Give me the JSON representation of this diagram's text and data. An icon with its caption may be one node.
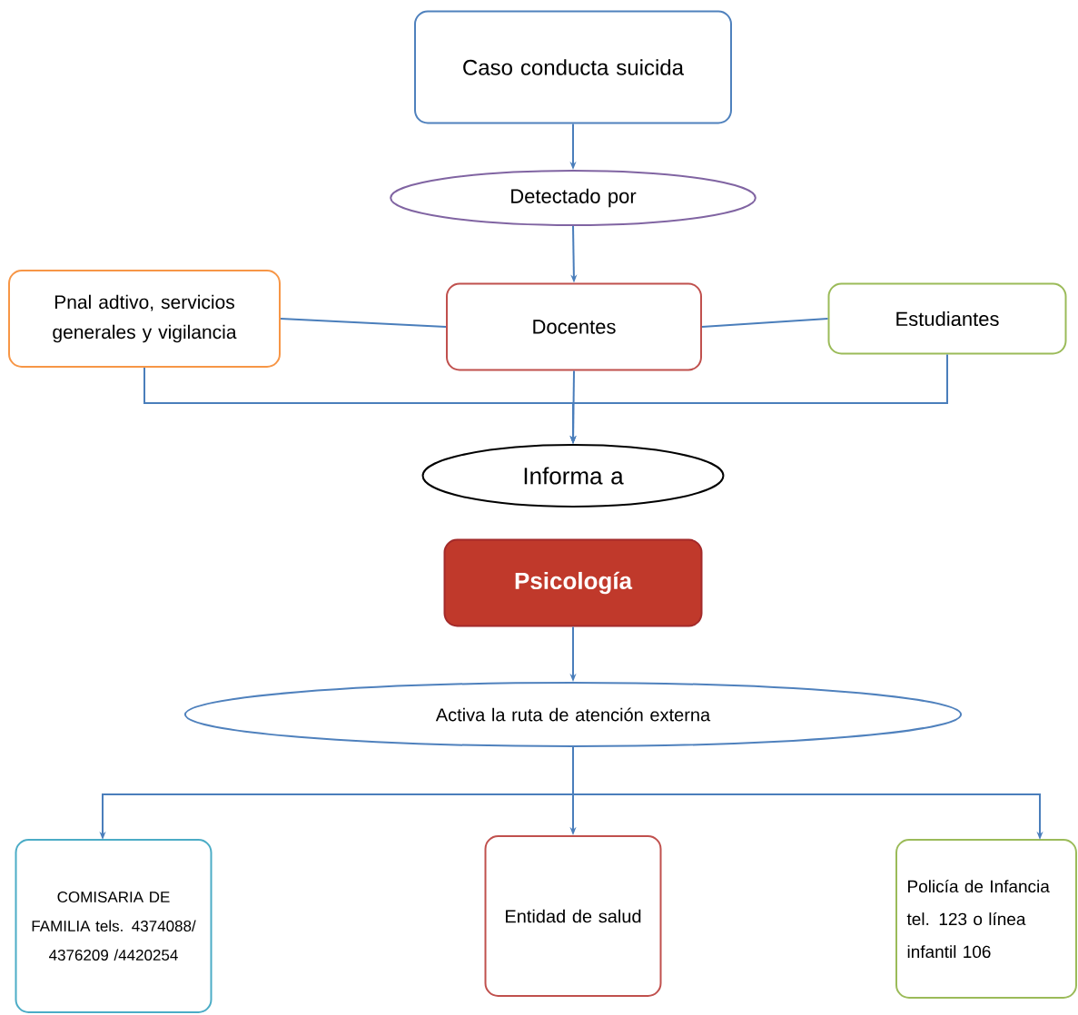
{
  "diagram": {
    "nodes": [
      {
        "text": [
          "Caso conducta suicida"
        ]
      },
      {
        "text": [
          "Detectado por"
        ]
      },
      {
        "text": [
          "Pnal adtivo, servicios generales y vigilancia"
        ]
      },
      {
        "text": [
          "Docentes"
        ]
      },
      {
        "text": [
          "Estudiantes"
        ]
      },
      {
        "text": [
          "Informa a"
        ]
      },
      {
        "text": [
          "Psicología"
        ]
      },
      {
        "text": [
          "Activa la ruta de atención externa"
        ]
      },
      {
        "text": [
          "COMISARIA DE FAMILIA tels. 4374088/ 4376209 /4420254"
        ]
      },
      {
        "text": [
          "Entidad de salud"
        ]
      },
      {
        "text": [
          "Policía de Infancia tel. 123 o línea infantil 106"
        ]
      }
    ],
    "edges": [
      {
        "from": 0,
        "to": 1,
        "arrow": "to"
      },
      {
        "from": 1,
        "to": 3,
        "arrow": "to"
      },
      {
        "from": 2,
        "to": 3,
        "arrow": "none"
      },
      {
        "from": 3,
        "to": 4,
        "arrow": "none"
      },
      {
        "from": 2,
        "to": 5,
        "arrow": "to"
      },
      {
        "from": 3,
        "to": 5,
        "arrow": "to"
      },
      {
        "from": 4,
        "to": 5,
        "arrow": "to"
      },
      {
        "from": 6,
        "to": 7,
        "arrow": "to"
      },
      {
        "from": 7,
        "to": 8,
        "arrow": "to"
      },
      {
        "from": 7,
        "to": 9,
        "arrow": "to"
      },
      {
        "from": 7,
        "to": 10,
        "arrow": "to"
      }
    ]
  }
}
